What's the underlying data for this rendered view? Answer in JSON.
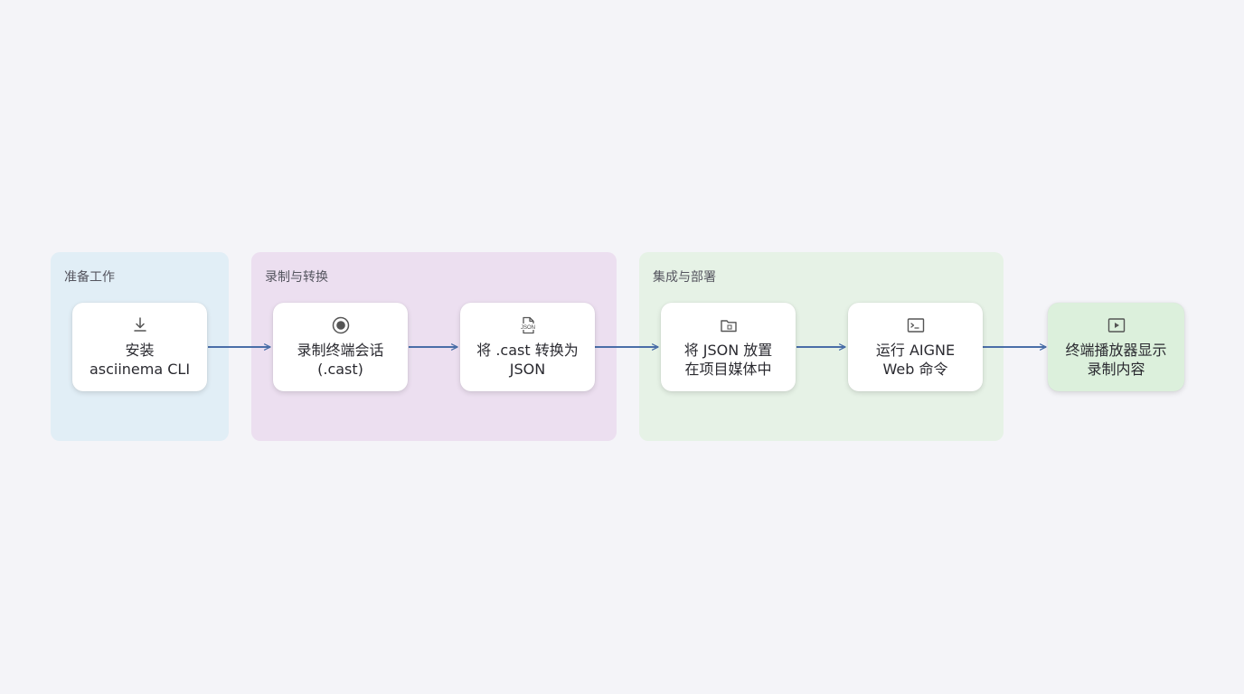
{
  "groups": [
    {
      "id": "prep",
      "label": "准备工作"
    },
    {
      "id": "rec",
      "label": "录制与转换"
    },
    {
      "id": "dep",
      "label": "集成与部署"
    }
  ],
  "nodes": [
    {
      "id": "install",
      "icon": "download-icon",
      "lines": [
        "安装",
        "asciinema CLI"
      ]
    },
    {
      "id": "record",
      "icon": "record-icon",
      "lines": [
        "录制终端会话",
        "(.cast)"
      ]
    },
    {
      "id": "convert",
      "icon": "json-file-icon",
      "icon_text": "JSON",
      "lines": [
        "将 .cast 转换为",
        "JSON"
      ]
    },
    {
      "id": "place",
      "icon": "folder-icon",
      "lines": [
        "将 JSON 放置",
        "在项目媒体中"
      ]
    },
    {
      "id": "run",
      "icon": "terminal-icon",
      "lines": [
        "运行 AIGNE",
        "Web 命令"
      ]
    },
    {
      "id": "player",
      "icon": "play-icon",
      "lines": [
        "终端播放器显示",
        "录制内容"
      ]
    }
  ],
  "edges": [
    [
      "install",
      "record"
    ],
    [
      "record",
      "convert"
    ],
    [
      "convert",
      "place"
    ],
    [
      "place",
      "run"
    ],
    [
      "run",
      "player"
    ]
  ],
  "colors": {
    "arrow": "#4a6ea8",
    "prep_bg": "#e1eef6",
    "rec_bg": "#ecdff0",
    "dep_bg": "#e6f2e6",
    "final_node_bg": "#dcf0dc"
  }
}
